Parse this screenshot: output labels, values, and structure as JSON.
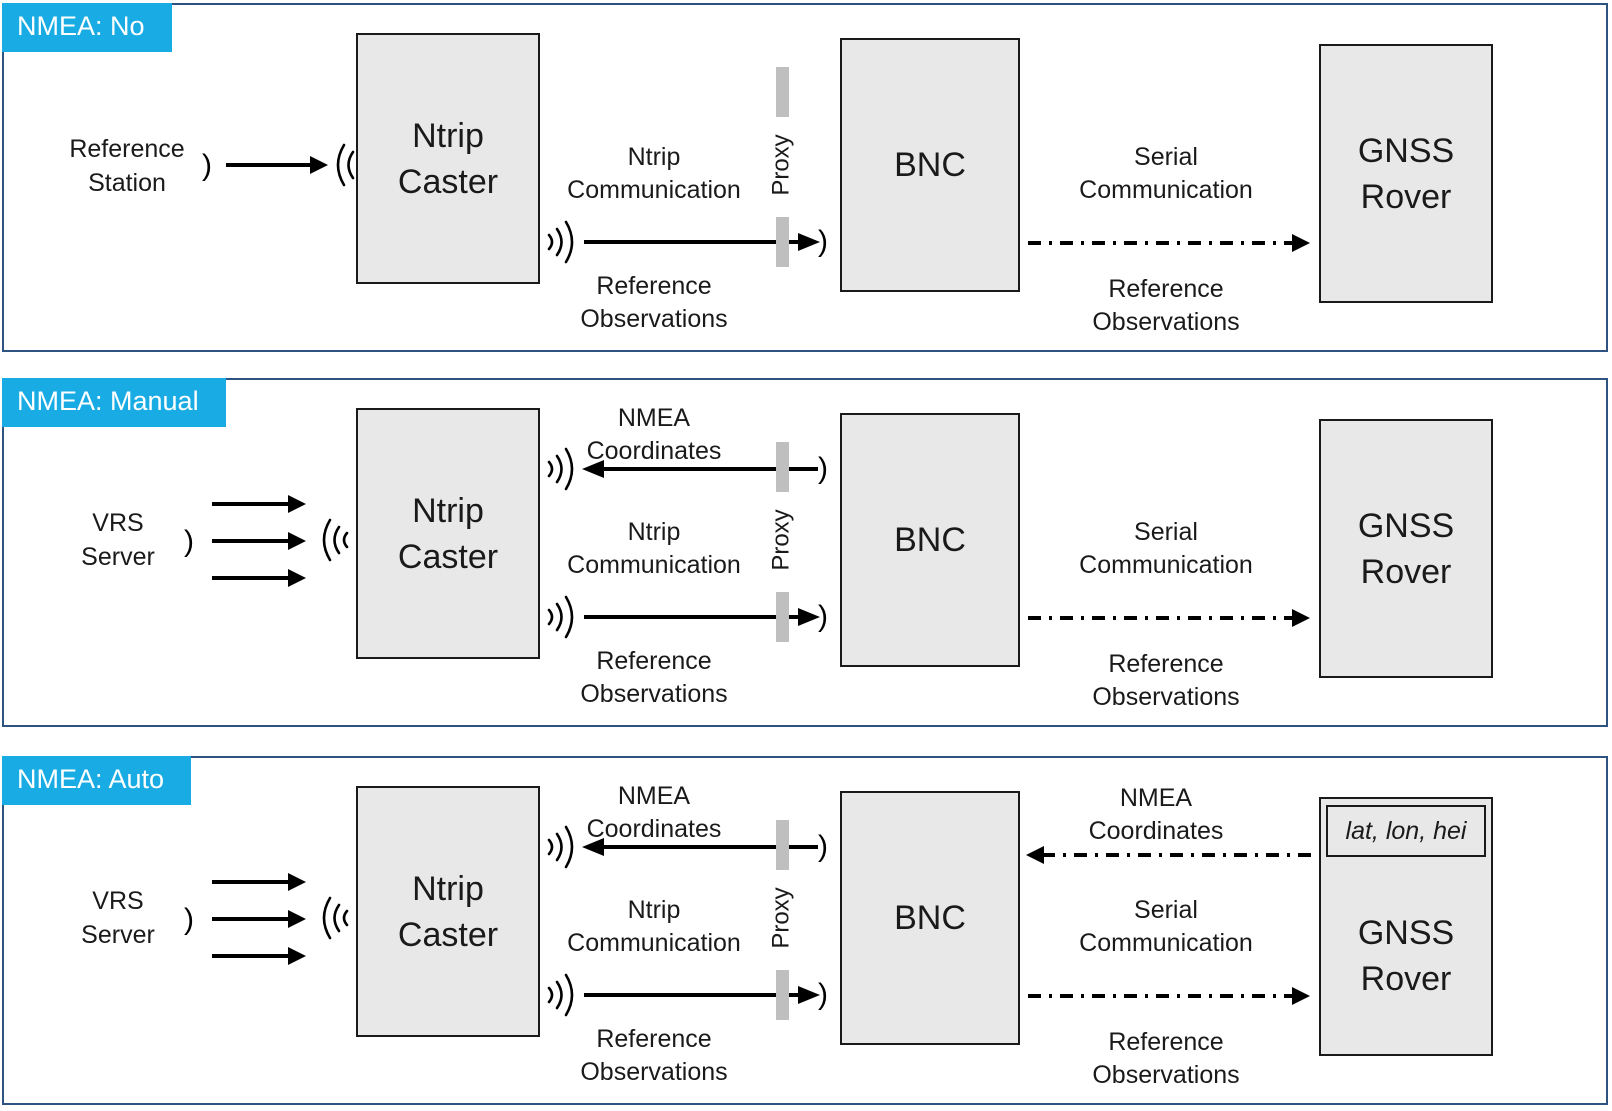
{
  "colors": {
    "badge_bg": "#19ACE4",
    "badge_text": "#FFFFFF",
    "panel_border": "#2E5380",
    "box_fill": "#E8E8E8",
    "box_border": "#1A1A1A",
    "proxy_bar": "#BFBFBF",
    "arrow": "#000000"
  },
  "icons": {
    "signal_paren": ")",
    "emit_waves": ")))",
    "receive_waves": "((("
  },
  "panels": [
    {
      "id": "nmea-no",
      "badge": "NMEA: No",
      "source": [
        "Reference",
        "Station"
      ],
      "caster": [
        "Ntrip",
        "Caster"
      ],
      "ntrip_comm": [
        "Ntrip",
        "Communication"
      ],
      "ref_obs_mid": [
        "Reference",
        "Observations"
      ],
      "proxy": "Proxy",
      "bnc": "BNC",
      "serial": [
        "Serial",
        "Communication"
      ],
      "ref_obs_right": [
        "Reference",
        "Observations"
      ],
      "rover": [
        "GNSS",
        "Rover"
      ]
    },
    {
      "id": "nmea-manual",
      "badge": "NMEA: Manual",
      "source": [
        "VRS",
        "Server"
      ],
      "nmea_coords_mid": [
        "NMEA",
        "Coordinates"
      ],
      "caster": [
        "Ntrip",
        "Caster"
      ],
      "ntrip_comm": [
        "Ntrip",
        "Communication"
      ],
      "ref_obs_mid": [
        "Reference",
        "Observations"
      ],
      "proxy": "Proxy",
      "bnc": "BNC",
      "serial": [
        "Serial",
        "Communication"
      ],
      "ref_obs_right": [
        "Reference",
        "Observations"
      ],
      "rover": [
        "GNSS",
        "Rover"
      ]
    },
    {
      "id": "nmea-auto",
      "badge": "NMEA: Auto",
      "source": [
        "VRS",
        "Server"
      ],
      "nmea_coords_mid": [
        "NMEA",
        "Coordinates"
      ],
      "caster": [
        "Ntrip",
        "Caster"
      ],
      "ntrip_comm": [
        "Ntrip",
        "Communication"
      ],
      "ref_obs_mid": [
        "Reference",
        "Observations"
      ],
      "proxy": "Proxy",
      "bnc": "BNC",
      "nmea_coords_right": [
        "NMEA",
        "Coordinates"
      ],
      "serial": [
        "Serial",
        "Communication"
      ],
      "ref_obs_right": [
        "Reference",
        "Observations"
      ],
      "rover": [
        "GNSS",
        "Rover"
      ],
      "rover_inner": "lat, lon, hei"
    }
  ]
}
